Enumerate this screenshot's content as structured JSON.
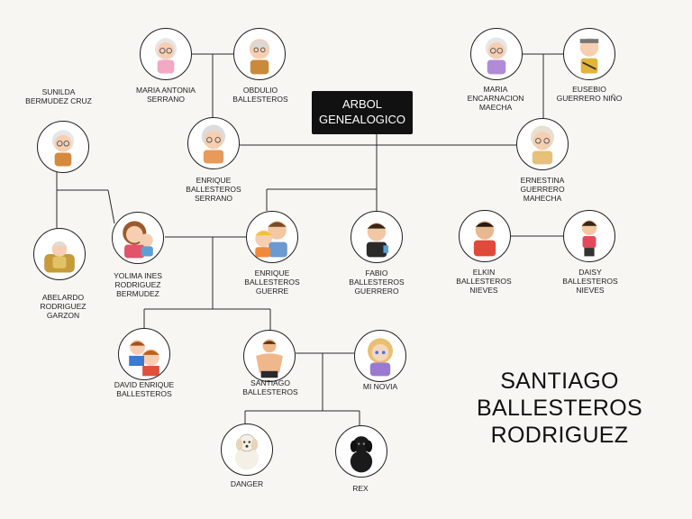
{
  "title": {
    "line1": "ARBOL",
    "line2": "GENEALOGICO"
  },
  "main_person": {
    "line1": "SANTIAGO BALLESTEROS",
    "line2": "RODRIGUEZ"
  },
  "people": {
    "maria_antonia": [
      "MARIA ANTONIA",
      "SERRANO"
    ],
    "obdulio": [
      "OBDULIO",
      "BALLESTEROS"
    ],
    "sunilda": [
      "SUNILDA",
      "BERMUDEZ CRUZ"
    ],
    "enrique_sr": [
      "ENRIQUE",
      "BALLESTEROS",
      "SERRANO"
    ],
    "maria_encarnacion": [
      "MARIA",
      "ENCARNACION",
      "MAECHA"
    ],
    "eusebio": [
      "EUSEBIO",
      "GUERRERO NIÑO"
    ],
    "ernestina": [
      "ERNESTINA",
      "GUERRERO",
      "MAHECHA"
    ],
    "abelardo": [
      "ABELARDO",
      "RODRIGUEZ",
      "GARZON"
    ],
    "yolima": [
      "YOLIMA INES",
      "RODRIGUEZ",
      "BERMUDEZ"
    ],
    "enrique_jr": [
      "ENRIQUE",
      "BALLESTEROS",
      "GUERRE"
    ],
    "fabio": [
      "FABIO",
      "BALLESTEROS",
      "GUERRERO"
    ],
    "elkin": [
      "ELKIN",
      "BALLESTEROS",
      "NIEVES"
    ],
    "daisy": [
      "DAISY",
      "BALLESTEROS",
      "NIEVES"
    ],
    "david": [
      "DAVID ENRIQUE",
      "BALLESTEROS"
    ],
    "santiago": [
      "SANTIAGO",
      "BALLESTEROS"
    ],
    "novia": [
      "MI NOVIA"
    ],
    "danger": [
      "DANGER"
    ],
    "rex": [
      "REX"
    ]
  },
  "icons": {
    "grandma": "grandma-avatar-icon",
    "grandpa": "grandpa-avatar-icon",
    "man": "man-avatar-icon",
    "woman": "woman-avatar-icon",
    "children": "children-avatar-icon",
    "dog": "dog-avatar-icon"
  },
  "colors": {
    "line": "#2a2a2a",
    "title_bg": "#111111",
    "title_text": "#ffffff"
  }
}
